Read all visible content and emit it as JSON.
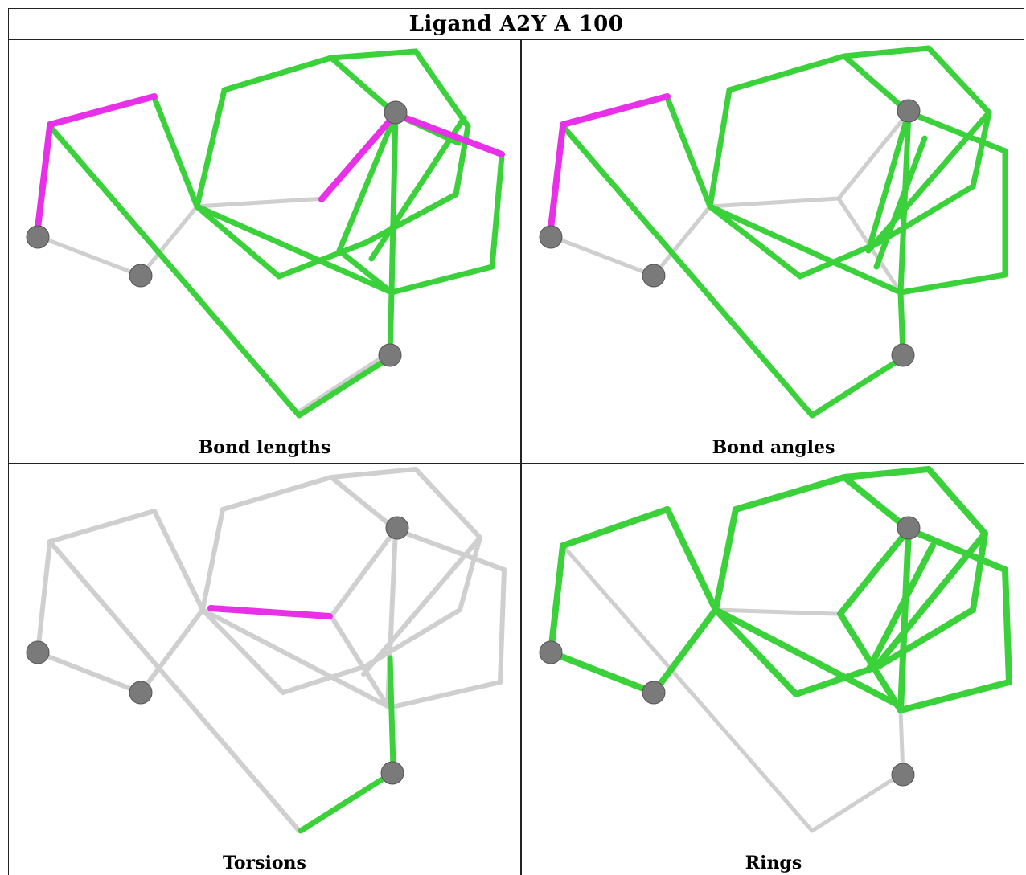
{
  "title": "Ligand A2Y A 100",
  "panels": [
    {
      "caption": "Bond lengths"
    },
    {
      "caption": "Bond angles"
    },
    {
      "caption": "Torsions"
    },
    {
      "caption": "Rings"
    }
  ],
  "colors": {
    "ok_bond": "#3ad13a",
    "outlier_bond": "#e830e8",
    "neutral_bond": "#cfcfcf",
    "atom": "#7a7a7a",
    "border": "#222222"
  }
}
